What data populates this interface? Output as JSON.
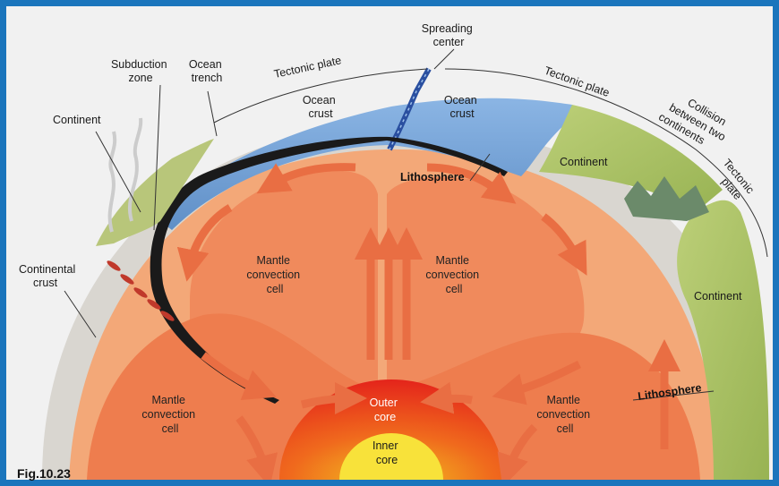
{
  "figure_label": "Fig.10.23",
  "labels": {
    "spreading_center": [
      "Spreading",
      "center"
    ],
    "tectonic_plate_left": "Tectonic plate",
    "tectonic_plate_right": "Tectonic plate",
    "subduction_zone": [
      "Subduction",
      "zone"
    ],
    "ocean_trench": [
      "Ocean",
      "trench"
    ],
    "continent_left": "Continent",
    "ocean_crust_left": [
      "Ocean",
      "crust"
    ],
    "ocean_crust_right": [
      "Ocean",
      "crust"
    ],
    "continent_right_top": "Continent",
    "collision": [
      "Collision",
      "between two",
      "continents"
    ],
    "tectonic_plate_side": [
      "Tectonic",
      "plate"
    ],
    "lithosphere_top": "Lithosphere",
    "continental_crust": [
      "Continental",
      "crust"
    ],
    "mantle_cell_upper_left": [
      "Mantle",
      "convection",
      "cell"
    ],
    "mantle_cell_upper_right": [
      "Mantle",
      "convection",
      "cell"
    ],
    "mantle_cell_lower_left": [
      "Mantle",
      "convection",
      "cell"
    ],
    "mantle_cell_lower_right": [
      "Mantle",
      "convection",
      "cell"
    ],
    "continent_right_bottom": "Continent",
    "lithosphere_right": "Lithosphere",
    "outer_core": [
      "Outer",
      "core"
    ],
    "inner_core": [
      "Inner",
      "core"
    ]
  },
  "colors": {
    "frame": "#1b75bc",
    "ocean": "#6e9fd4",
    "mantle": "#f19a6b",
    "mantle_deep": "#ee7d4e",
    "continent": "#a9c064",
    "crust_grey": "#dcd9d4",
    "outer_core": "#e8251c",
    "inner_core": "#f9e33a"
  }
}
